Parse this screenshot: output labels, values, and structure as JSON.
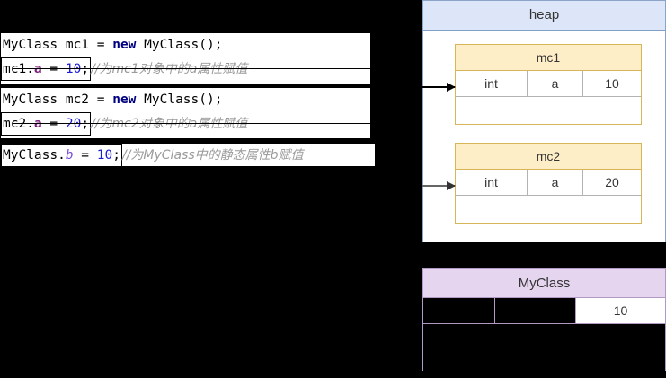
{
  "code": {
    "blocks": [
      {
        "id": "block-1",
        "line_decl": {
          "before_kw": "MyClass mc1 = ",
          "kw": "new",
          "after_kw": " MyClass();"
        },
        "line_stmt": {
          "obj": "mc1.",
          "field": "a",
          "assign": " = ",
          "value": "10",
          "semi": ";",
          "comment": "//为mc1对象中的a属性赋值"
        }
      },
      {
        "id": "block-2",
        "line_decl": {
          "before_kw": "MyClass mc2 = ",
          "kw": "new",
          "after_kw": " MyClass();"
        },
        "line_stmt": {
          "obj": "mc2.",
          "field": "a",
          "assign": " = ",
          "value": "20",
          "semi": ";",
          "comment": "//为mc2对象中的a属性赋值"
        }
      },
      {
        "id": "block-3",
        "line_stmt": {
          "obj": "MyClass.",
          "field": "b",
          "assign": " = ",
          "value": "10",
          "semi": ";",
          "comment": "//为MyClass中的静态属性b赋值"
        }
      }
    ]
  },
  "heap": {
    "title": "heap",
    "objects": [
      {
        "name": "mc1",
        "fields": [
          {
            "type": "int",
            "field": "a",
            "value": "10"
          }
        ]
      },
      {
        "name": "mc2",
        "fields": [
          {
            "type": "int",
            "field": "a",
            "value": "20"
          }
        ]
      }
    ]
  },
  "static_area": {
    "title": "MyClass",
    "row": {
      "type": "",
      "field": "",
      "value": "10"
    }
  },
  "colors": {
    "heap_header": "#dce6f8",
    "object_header": "#fdeec8",
    "object_border": "#d6b656",
    "class_header": "#e5d5ef",
    "class_border": "#b39ac4",
    "keyword": "#000080",
    "number": "#1a1ad6",
    "field_a": "#7a1f7a",
    "field_b": "#7a4fd6",
    "comment": "#9a9a9a",
    "background": "#000000"
  }
}
